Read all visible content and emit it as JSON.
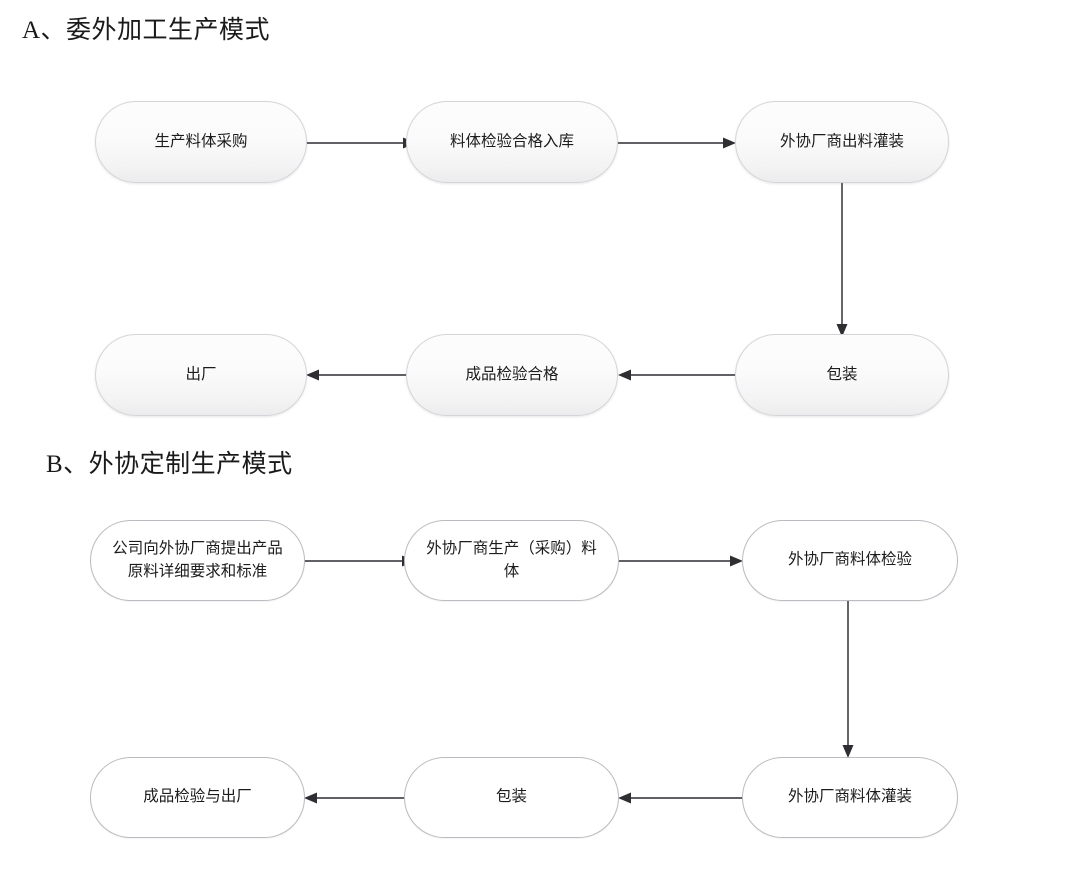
{
  "page": {
    "background": "#ffffff",
    "line_color": "#4a4a4f",
    "arrow_color": "#2e2e33",
    "node_border_a": "#d3d5d8",
    "node_border_b": "#b9bcc0"
  },
  "sections": [
    {
      "id": "A",
      "title": "A、委外加工生产模式",
      "nodes": [
        {
          "id": "a1",
          "label": "生产料体采购"
        },
        {
          "id": "a2",
          "label": "料体检验合格入库"
        },
        {
          "id": "a3",
          "label": "外协厂商出料灌装"
        },
        {
          "id": "a4",
          "label": "包装"
        },
        {
          "id": "a5",
          "label": "成品检验合格"
        },
        {
          "id": "a6",
          "label": "出厂"
        }
      ],
      "flow": [
        "生产料体采购 → 料体检验合格入库",
        "料体检验合格入库 → 外协厂商出料灌装",
        "外协厂商出料灌装 → 包装",
        "包装 → 成品检验合格",
        "成品检验合格 → 出厂"
      ]
    },
    {
      "id": "B",
      "title": "B、外协定制生产模式",
      "nodes": [
        {
          "id": "b1",
          "label": "公司向外协厂商提出产品\n原料详细要求和标准"
        },
        {
          "id": "b2",
          "label": "外协厂商生产（采购）料\n体"
        },
        {
          "id": "b3",
          "label": "外协厂商料体检验"
        },
        {
          "id": "b4",
          "label": "外协厂商料体灌装"
        },
        {
          "id": "b5",
          "label": "包装"
        },
        {
          "id": "b6",
          "label": "成品检验与出厂"
        }
      ],
      "flow": [
        "公司向外协厂商提出产品原料详细要求和标准 → 外协厂商生产（采购）料体",
        "外协厂商生产（采购）料体 → 外协厂商料体检验",
        "外协厂商料体检验 → 外协厂商料体灌装",
        "外协厂商料体灌装 → 包装",
        "包装 → 成品检验与出厂"
      ]
    }
  ]
}
